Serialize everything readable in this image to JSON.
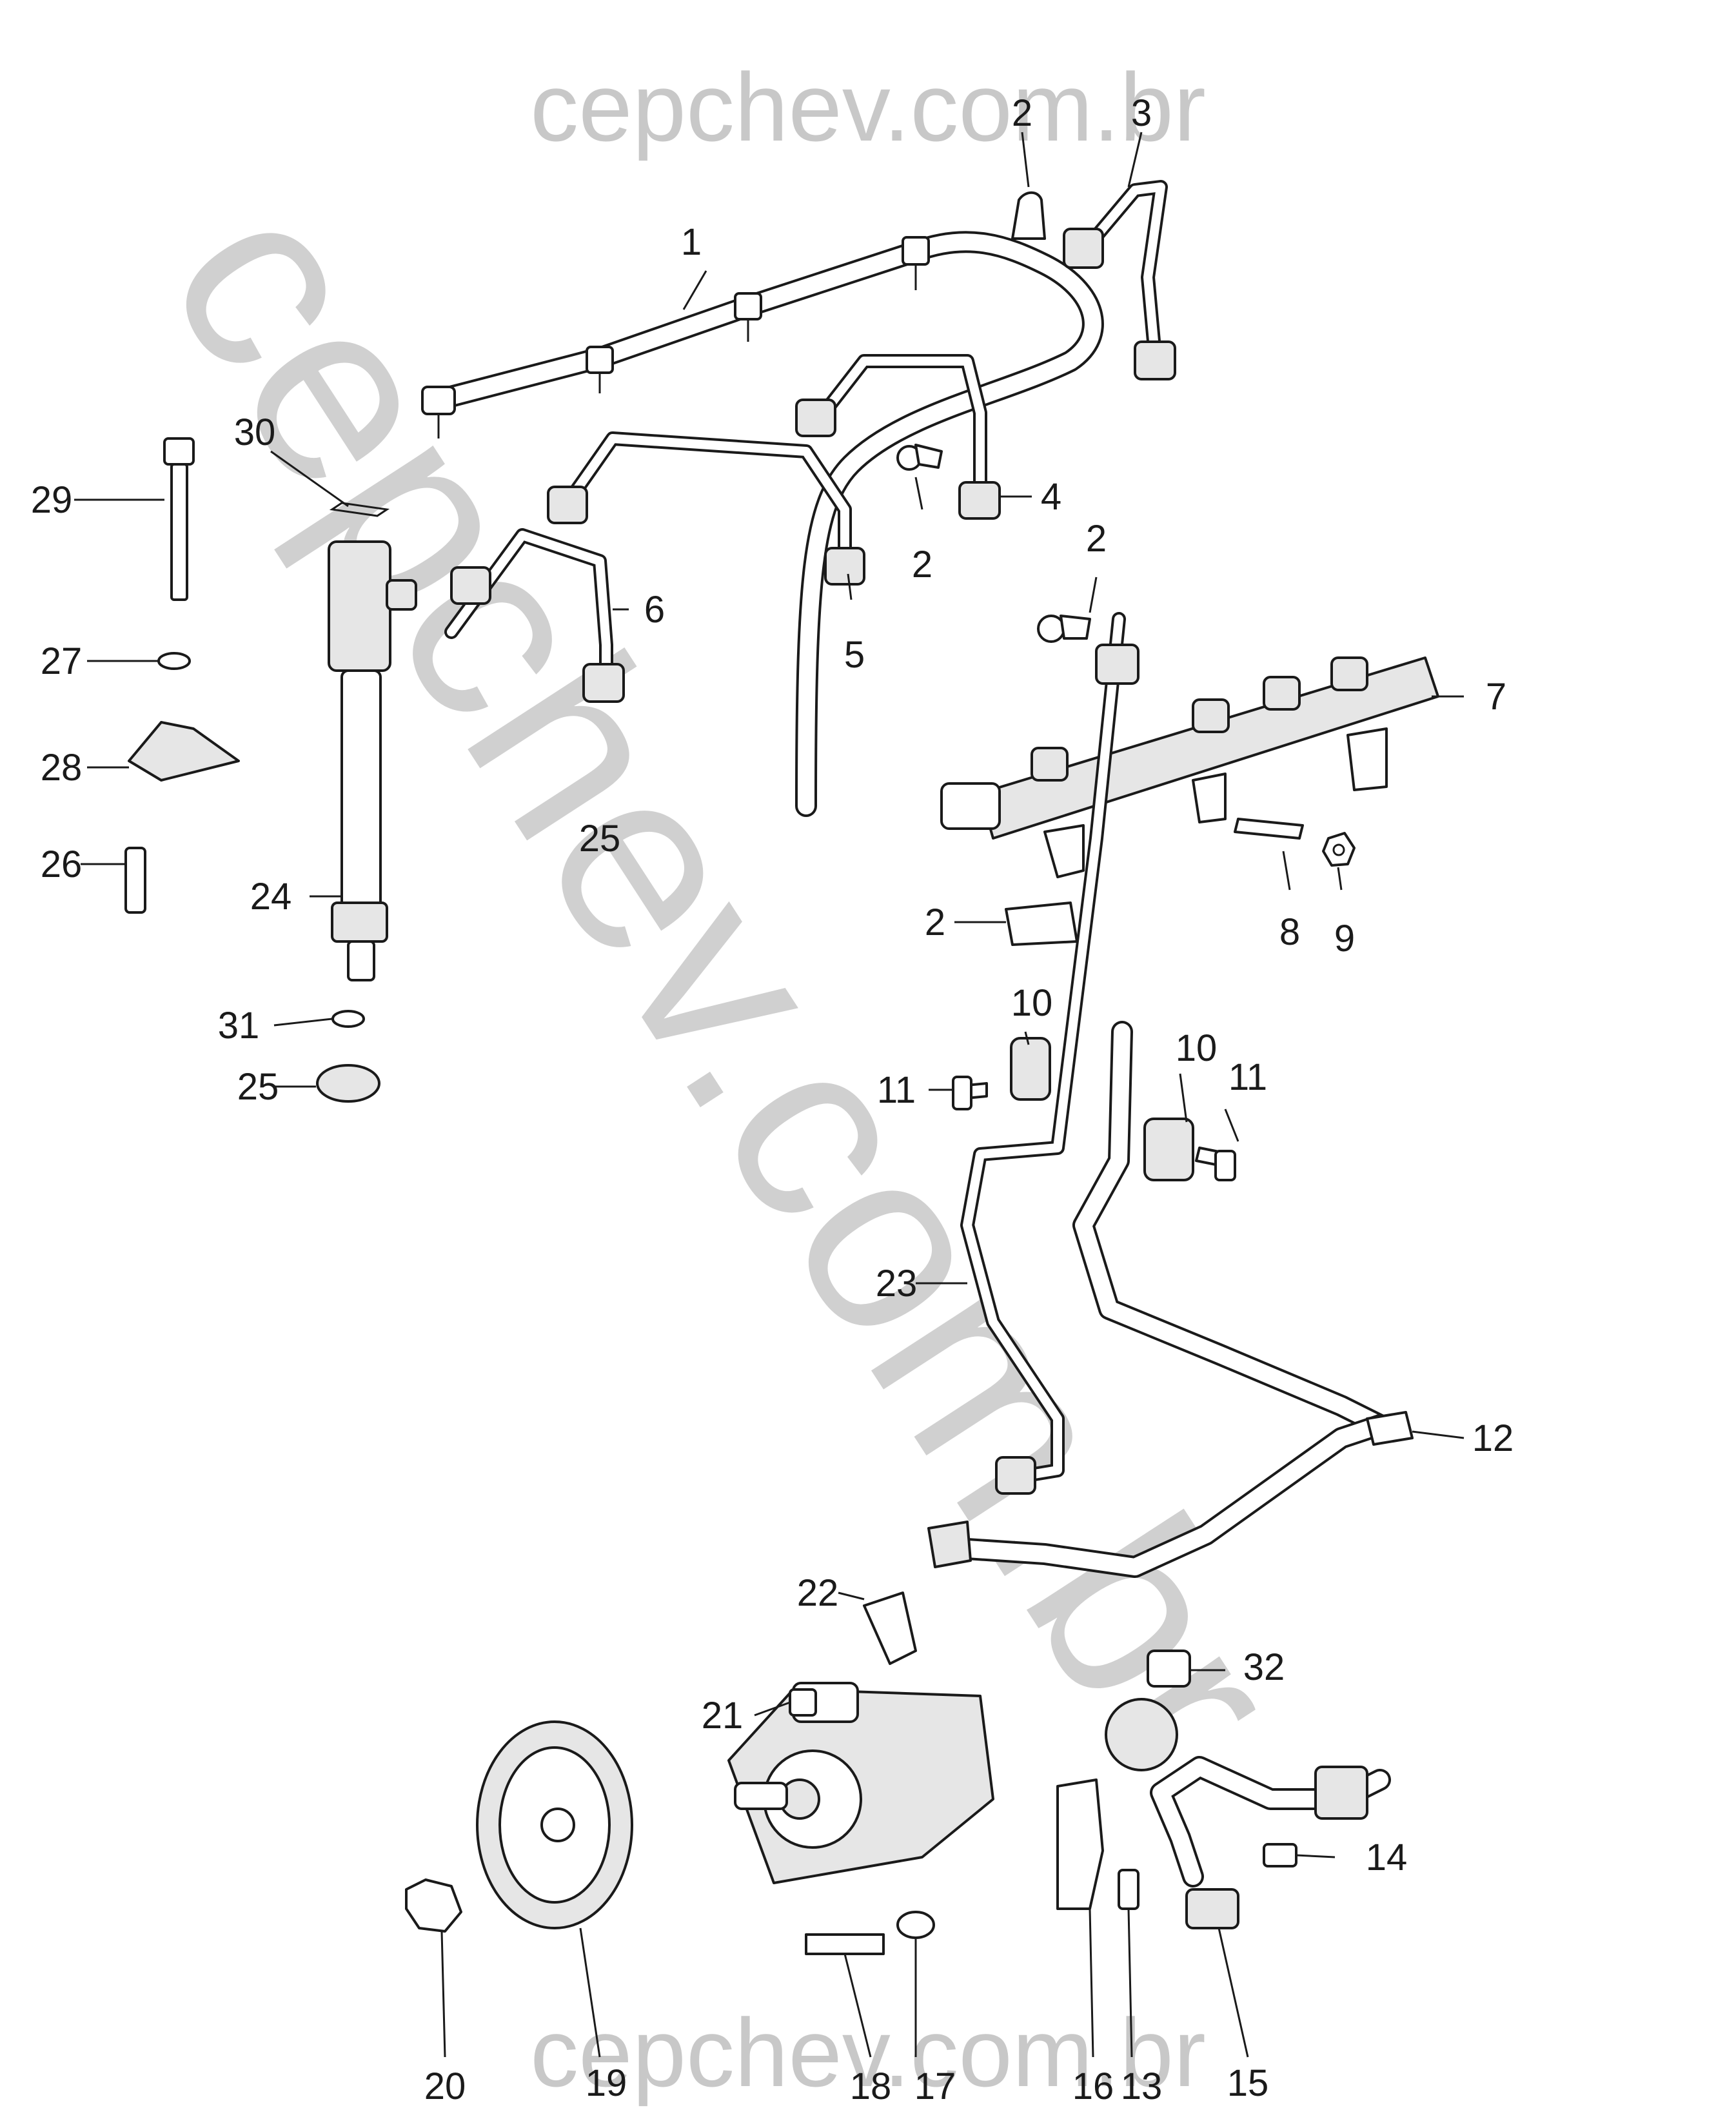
{
  "watermark": {
    "top": "cepchev.com.br",
    "diagonal": "cepchev.com.br",
    "bottom": "cepchev.com.br"
  },
  "callouts": {
    "c1": "1",
    "c2a": "2",
    "c3": "3",
    "c2b": "2",
    "c4": "4",
    "c2c": "2",
    "c5": "5",
    "c6": "6",
    "c7": "7",
    "c8": "8",
    "c9": "9",
    "c2d": "2",
    "c10a": "10",
    "c10b": "10",
    "c11a": "11",
    "c11b": "11",
    "c12": "12",
    "c23": "23",
    "c25a": "25",
    "c25b": "25",
    "c29": "29",
    "c30": "30",
    "c27": "27",
    "c28": "28",
    "c26": "26",
    "c24": "24",
    "c31": "31",
    "c22": "22",
    "c21": "21",
    "c32": "32",
    "c14": "14",
    "c20": "20",
    "c19": "19",
    "c18": "18",
    "c17": "17",
    "c16": "16",
    "c13": "13",
    "c15": "15"
  }
}
